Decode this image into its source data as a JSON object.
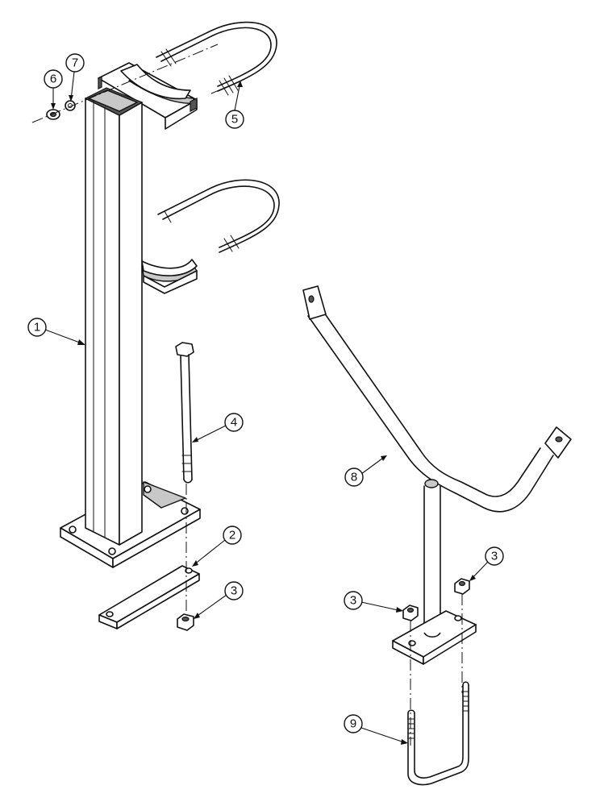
{
  "callouts": [
    {
      "id": "c1",
      "label": "1"
    },
    {
      "id": "c2",
      "label": "2"
    },
    {
      "id": "c3a",
      "label": "3"
    },
    {
      "id": "c3b",
      "label": "3"
    },
    {
      "id": "c3c",
      "label": "3"
    },
    {
      "id": "c4",
      "label": "4"
    },
    {
      "id": "c5",
      "label": "5"
    },
    {
      "id": "c6",
      "label": "6"
    },
    {
      "id": "c7",
      "label": "7"
    },
    {
      "id": "c8",
      "label": "8"
    },
    {
      "id": "c9",
      "label": "9"
    }
  ]
}
